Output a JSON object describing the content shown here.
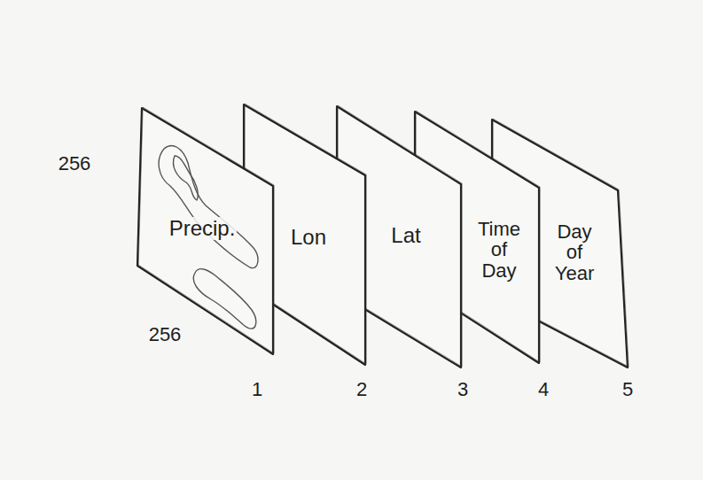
{
  "diagram": {
    "nodes": [
      {
        "text": [
          "Precip."
        ]
      },
      {
        "text": [
          "Lon"
        ]
      },
      {
        "text": [
          "Lat"
        ]
      },
      {
        "text": [
          "Time of Day"
        ]
      },
      {
        "text": [
          "Day of Year"
        ]
      }
    ],
    "labels": [
      "256",
      "256",
      "1",
      "2",
      "3",
      "4",
      "5"
    ]
  }
}
